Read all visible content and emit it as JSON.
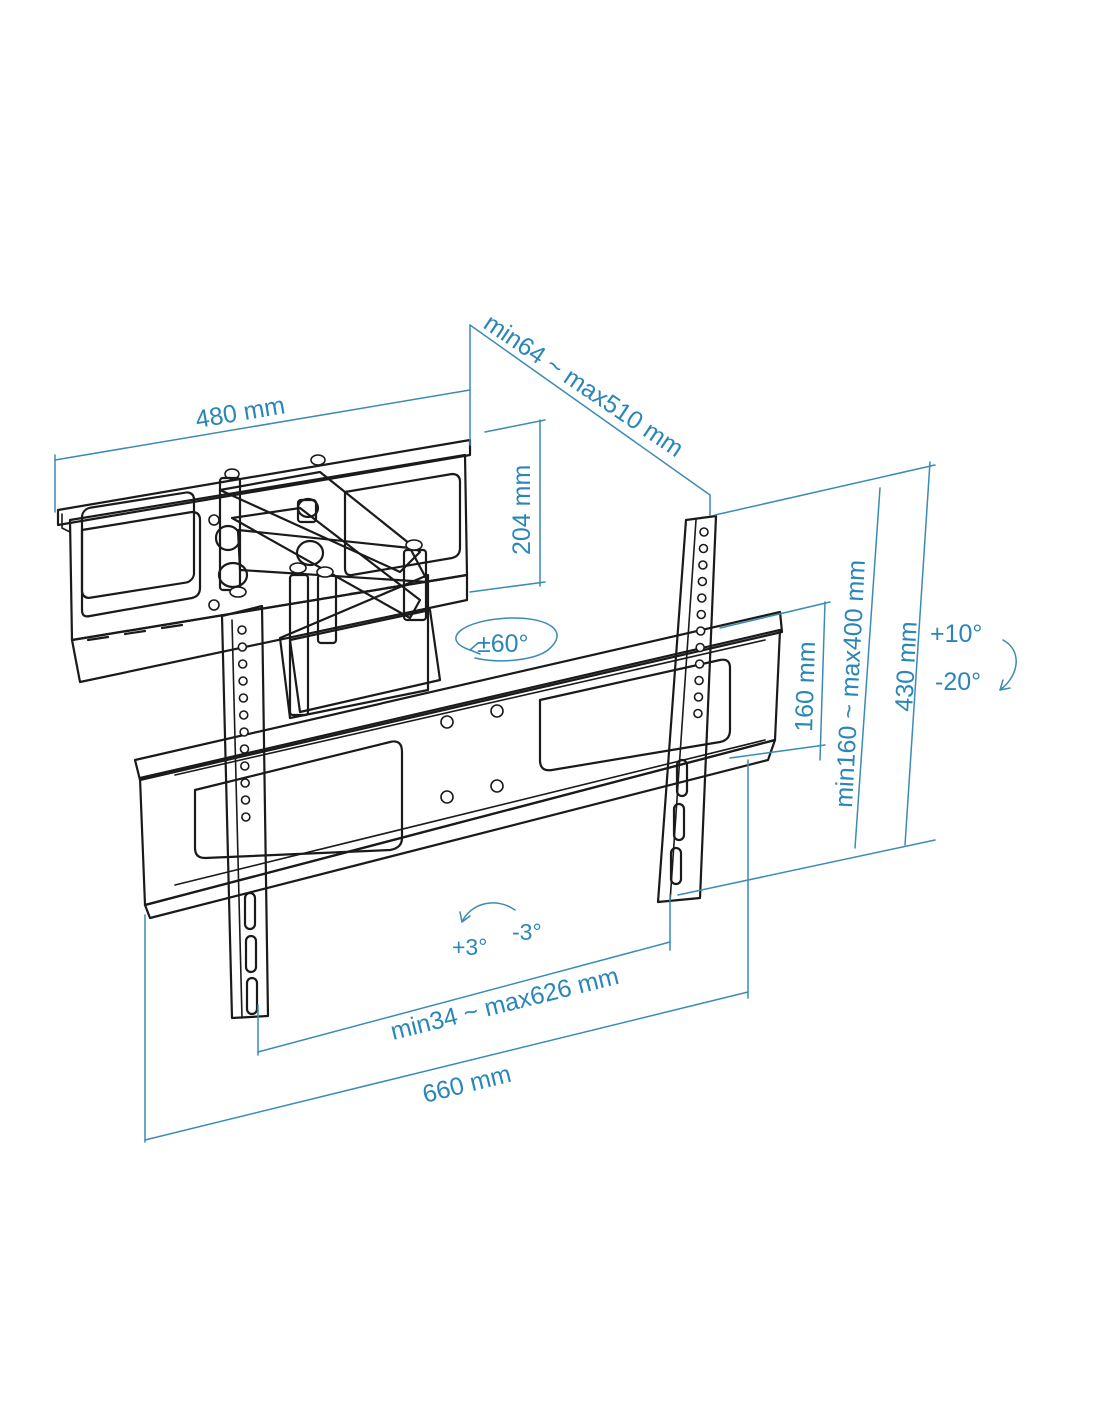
{
  "accent_color": "#2b86b8",
  "line_color": "#1a1a1a",
  "labels": {
    "depth": "min64 ~ max510 mm",
    "wall_width": "480 mm",
    "wall_height": "204 mm",
    "swivel": "±60°",
    "tilt_up": "+10°",
    "tilt_down": "-20°",
    "overall_height": "430 mm",
    "vesa_height_range": "min160 ~ max400 mm",
    "min_vesa_height": "160 mm",
    "level_plus": "+3°",
    "level_minus": "-3°",
    "vesa_width_range": "min34 ~ max626 mm",
    "overall_width": "660 mm"
  },
  "icons": [
    "swivel-arrow-icon",
    "tilt-arrow-icon",
    "level-rotation-arrow-icon"
  ]
}
